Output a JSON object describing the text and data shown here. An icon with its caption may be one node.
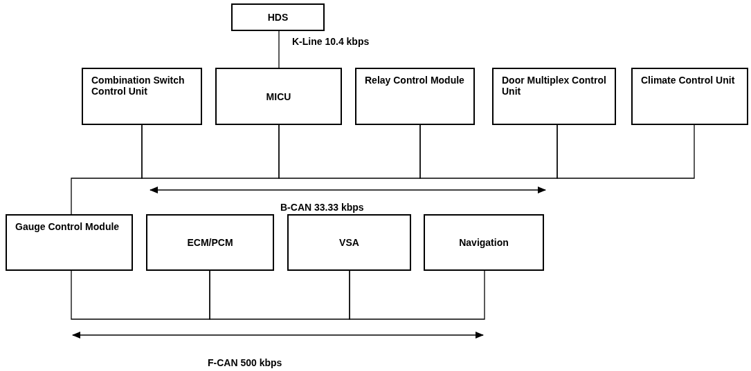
{
  "diagram": {
    "nodes": [
      {
        "text": [
          "HDS"
        ]
      },
      {
        "text": [
          "Combination Switch Control Unit"
        ]
      },
      {
        "text": [
          "MICU"
        ]
      },
      {
        "text": [
          "Relay Control Module"
        ]
      },
      {
        "text": [
          "Door Multiplex Control Unit"
        ]
      },
      {
        "text": [
          "Climate Control Unit"
        ]
      },
      {
        "text": [
          "Gauge Control Module"
        ]
      },
      {
        "text": [
          "ECM/PCM"
        ]
      },
      {
        "text": [
          "VSA"
        ]
      },
      {
        "text": [
          "Navigation"
        ]
      }
    ],
    "edges": [
      {
        "from": 0,
        "to": 2,
        "arrow": "none",
        "label": "K-Line 10.4 kbps"
      },
      {
        "from": 6,
        "to": 1,
        "arrow": "none"
      },
      {
        "from": 1,
        "to": 2,
        "arrow": "none"
      },
      {
        "from": 2,
        "to": 3,
        "arrow": "none"
      },
      {
        "from": 3,
        "to": 4,
        "arrow": "none"
      },
      {
        "from": 4,
        "to": 5,
        "arrow": "none"
      },
      {
        "from": 6,
        "to": 7,
        "arrow": "none"
      },
      {
        "from": 7,
        "to": 8,
        "arrow": "none"
      },
      {
        "from": 8,
        "to": 9,
        "arrow": "none"
      }
    ],
    "labels": [
      "B-CAN 33.33 kbps",
      "F-CAN 500 kbps"
    ]
  }
}
